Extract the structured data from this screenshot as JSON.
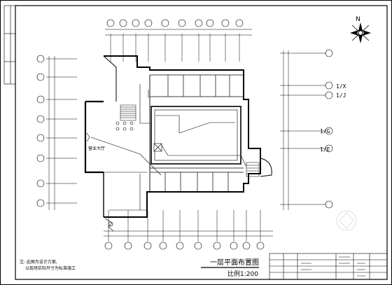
{
  "drawing": {
    "title": "一层平面布置图",
    "scale": "比例1:200",
    "north_label": "N",
    "room_label": "营业大厅",
    "notes": [
      "注: 此图为设计方案,",
      "以现场实际尺寸为标准施工"
    ],
    "right_grid_labels": [
      "1/X",
      "1/J",
      "1/G",
      "1/E"
    ]
  }
}
